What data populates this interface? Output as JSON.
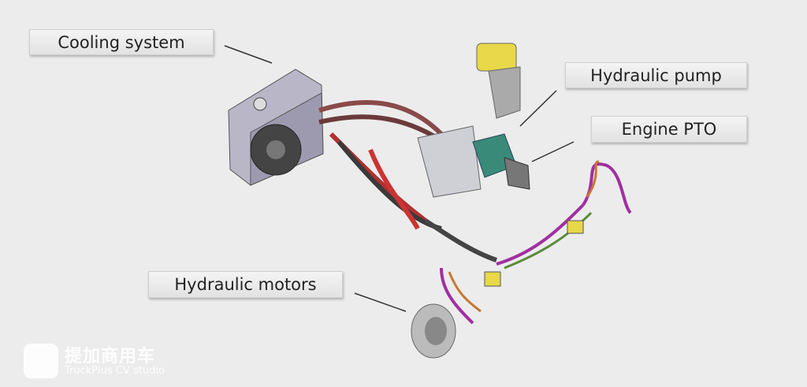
{
  "labels": {
    "cooling_system": "Cooling system",
    "hydraulic_pump": "Hydraulic  pump",
    "engine_pto": "Engine PTO",
    "hydraulic_motors": "Hydraulic motors"
  },
  "watermark": {
    "cn": "提加商用车",
    "en": "TruckPlus CV studio"
  },
  "colors": {
    "background": "#ececec"
  }
}
